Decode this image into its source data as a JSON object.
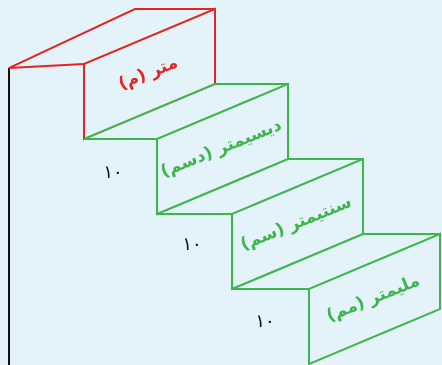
{
  "colors": {
    "background": "#e4f2fa",
    "red": "#e3241f",
    "green": "#3cb54a",
    "text": "#111111"
  },
  "steps": [
    {
      "label": "متر (م)"
    },
    {
      "label": "دیسیمتر (دسم)"
    },
    {
      "label": "سنتیمتر (سم)"
    },
    {
      "label": "ملیمتر (مم)"
    }
  ],
  "ratios": [
    "۱۰",
    "۱۰",
    "۱۰"
  ]
}
